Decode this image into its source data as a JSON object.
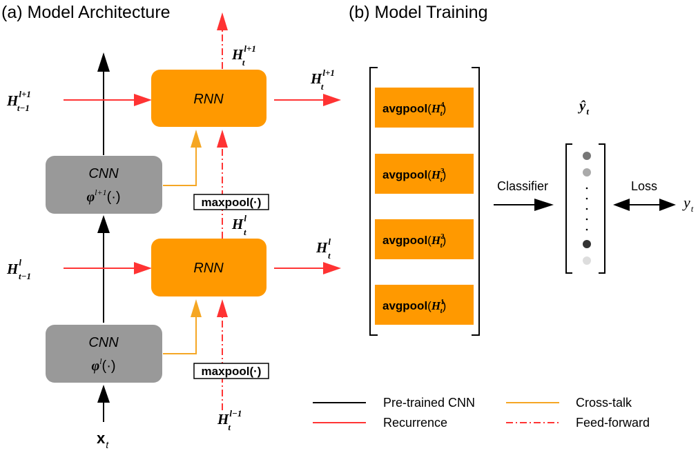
{
  "panel_a": {
    "title": "(a) Model Architecture",
    "rnn_label": "RNN",
    "cnn_label": "CNN",
    "phi": "φ",
    "phi_call": "(·)",
    "maxpool_label": "maxpool(·)",
    "input_x": "x",
    "input_x_sub": "t",
    "h_base": "H",
    "t_sub": "t",
    "t_minus_1_sub": "t−1",
    "sup_l": "l",
    "sup_l_plus_1": "l+1",
    "sup_l_minus_1": "l−1",
    "cnn_top_sup": "l+1",
    "cnn_bottom_sup": "l"
  },
  "panel_b": {
    "title": "(b) Model Training",
    "avgpool_label": "avgpool",
    "avgpool_layers": [
      "4",
      "3",
      "2",
      "1"
    ],
    "classifier_label": "Classifier",
    "loss_label": "Loss",
    "y_hat": "ŷ",
    "y_hat_sub": "t",
    "y_label": "y",
    "y_sub": "t",
    "vector_dots": "·"
  },
  "legend": {
    "items": [
      {
        "label": "Pre-trained CNN",
        "color": "#000000",
        "style": "solid"
      },
      {
        "label": "Cross-talk",
        "color": "#f5a623",
        "style": "solid"
      },
      {
        "label": "Recurrence",
        "color": "#ff3333",
        "style": "solid"
      },
      {
        "label": "Feed-forward",
        "color": "#ff3333",
        "style": "dashdot"
      }
    ]
  },
  "colors": {
    "rnn_fill": "#ff9900",
    "cnn_fill": "#999999",
    "avgpool_fill": "#ff9900",
    "recurrence": "#ff3333",
    "crosstalk": "#f5a623",
    "cnn_path": "#000000"
  }
}
